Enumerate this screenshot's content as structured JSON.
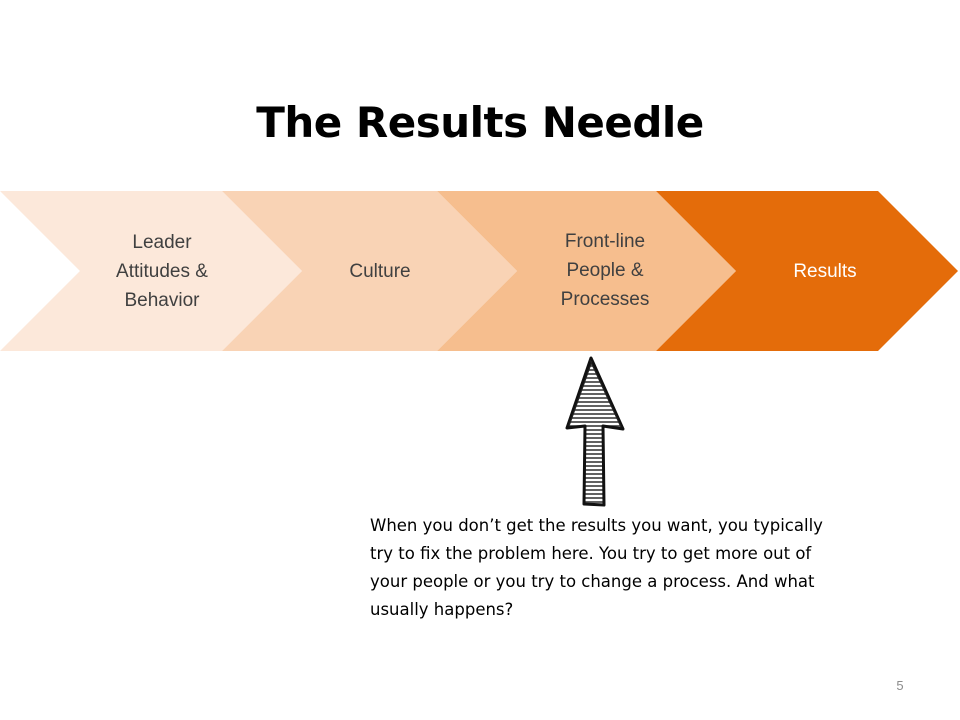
{
  "slide": {
    "title": "The Results Needle",
    "chevrons": [
      {
        "label": "Leader\nAttitudes &\nBehavior",
        "color": "#FCE8DA"
      },
      {
        "label": "Culture",
        "color": "#F9D3B5"
      },
      {
        "label": "Front-line\nPeople &\nProcesses",
        "color": "#F6BE8E"
      },
      {
        "label": "Results",
        "color": "#E46C0A"
      }
    ],
    "arrow_icon": "hand-drawn-up-arrow-icon",
    "caption": "When you don’t get the results you want, you typically try to fix the problem here.  You try to get more out of your people or you try to change a process.  And what usually happens?",
    "page_number": "5"
  }
}
